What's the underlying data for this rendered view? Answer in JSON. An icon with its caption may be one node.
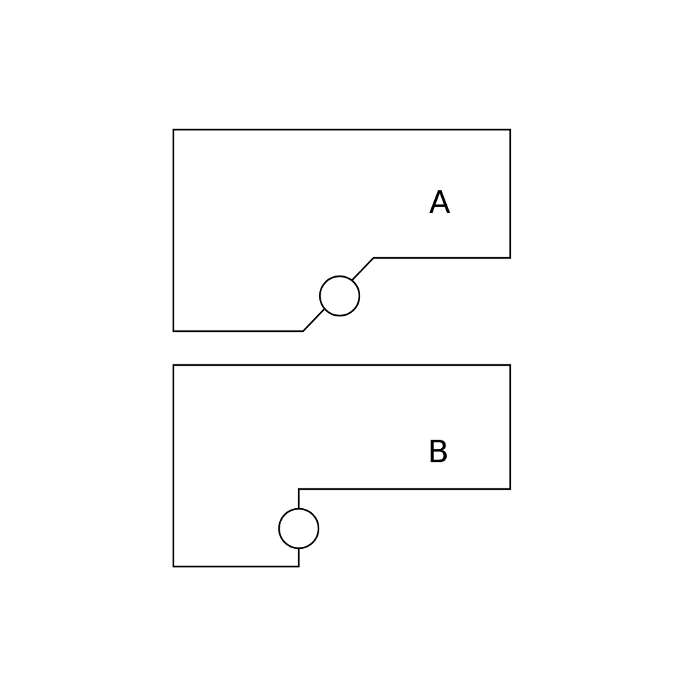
{
  "diagram": {
    "nodes": [
      {
        "text": [
          "A"
        ]
      },
      {
        "text": [],
        "shape": "circle"
      },
      {
        "text": [
          "B"
        ]
      },
      {
        "text": [],
        "shape": "circle"
      }
    ]
  }
}
